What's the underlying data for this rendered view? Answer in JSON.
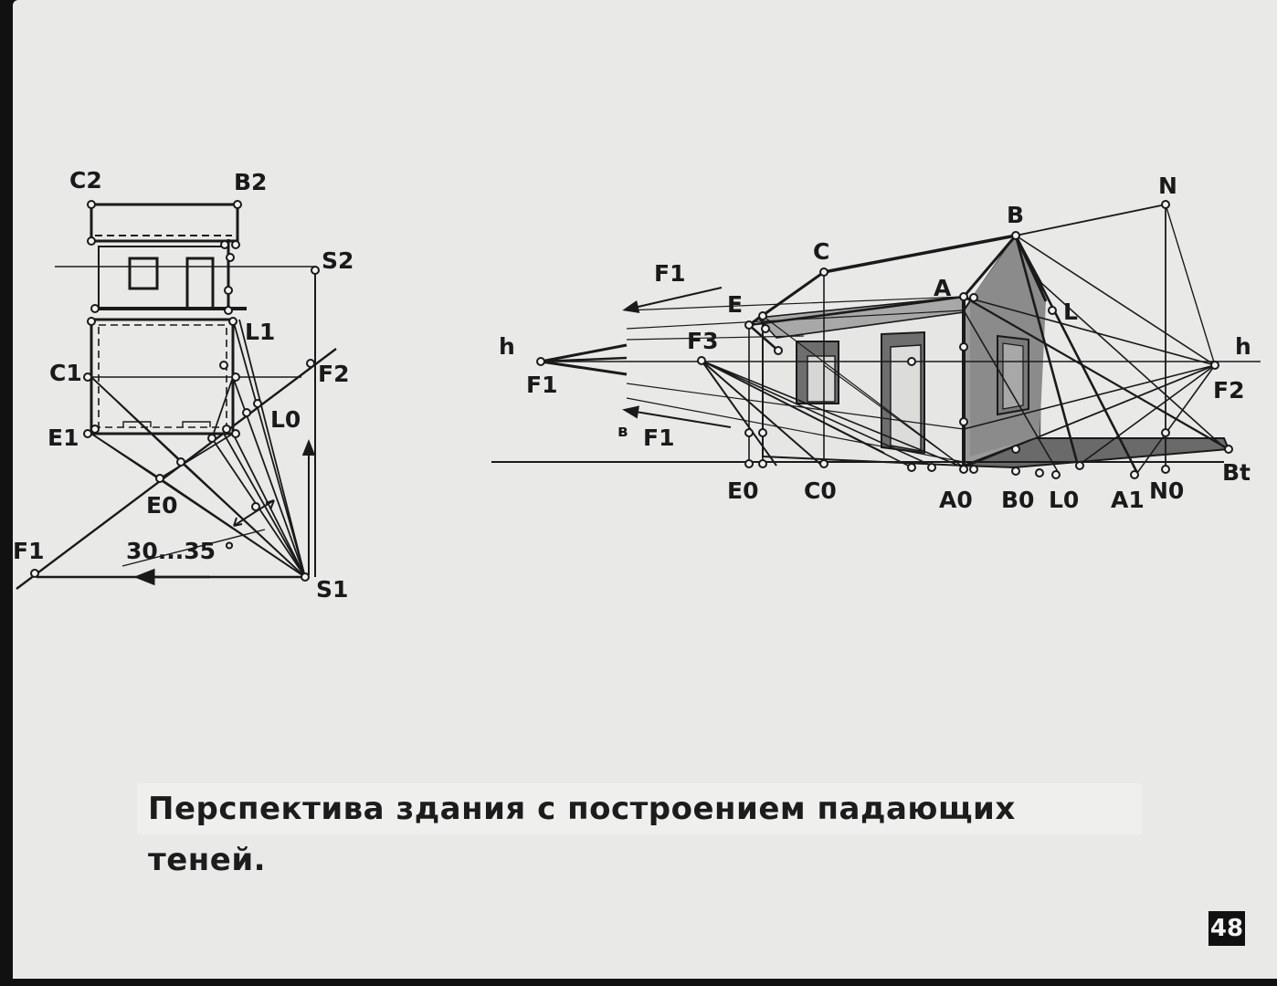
{
  "caption": "Перспектива здания с построением падающих теней.",
  "page_number": "48",
  "left_diagram": {
    "labels": {
      "C2": "C2",
      "B2": "B2",
      "S2": "S2",
      "L1": "L1",
      "C1": "C1",
      "F2": "F2",
      "E1": "E1",
      "L0": "L0",
      "E0": "E0",
      "F1": "F1",
      "S1": "S1",
      "angle": "30...35 °"
    }
  },
  "right_diagram": {
    "labels": {
      "N": "N",
      "B": "B",
      "C": "C",
      "F1_top": "F1",
      "A": "A",
      "E": "E",
      "L": "L",
      "h_left": "h",
      "h_right": "h",
      "F3": "F3",
      "F1_h": "F1",
      "F2": "F2",
      "b": "в",
      "F1_low": "F1",
      "Bt": "Bt",
      "E0": "E0",
      "C0": "C0",
      "A0": "A0",
      "B0": "B0",
      "L0": "L0",
      "A1": "A1",
      "N0": "N0"
    }
  }
}
